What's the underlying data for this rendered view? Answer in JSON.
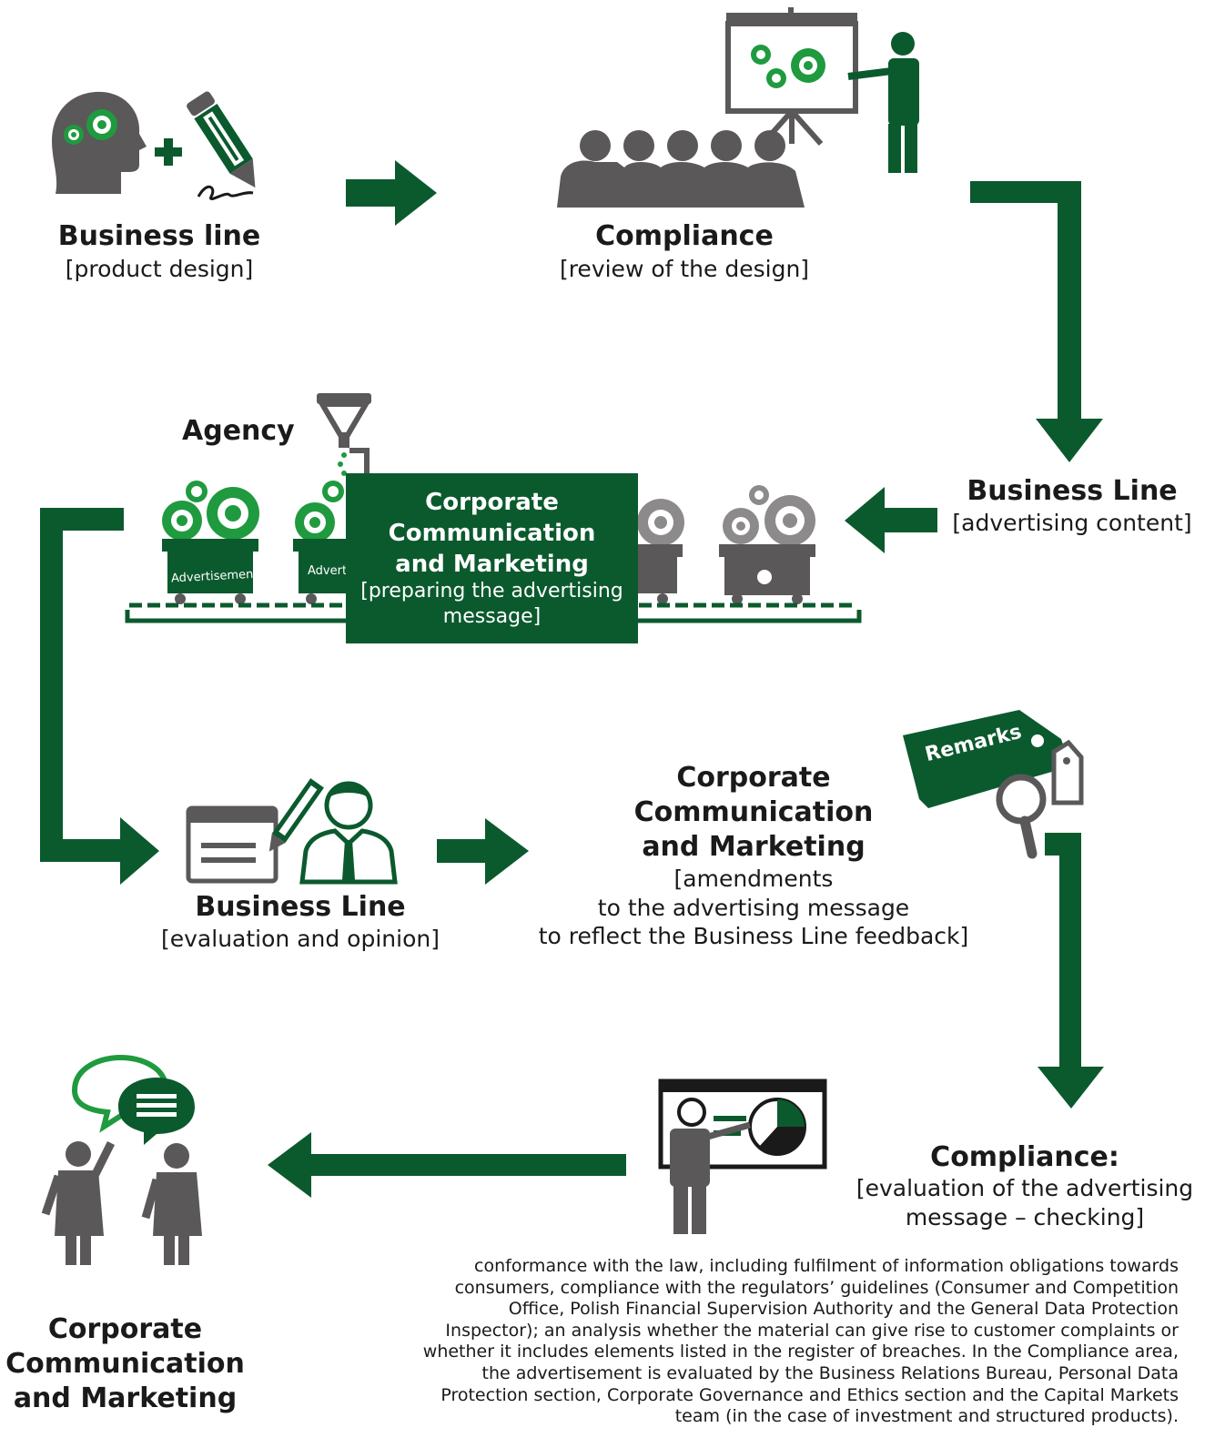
{
  "steps": {
    "s1": {
      "title": "Business line",
      "sub": "[product design]"
    },
    "s2": {
      "title": "Compliance",
      "sub": "[review of the design]"
    },
    "s3": {
      "title": "Business Line",
      "sub": "[advertising content]"
    },
    "s4": {
      "label": "Agency",
      "title_lines": [
        "Corporate",
        "Communication",
        "and Marketing"
      ],
      "sub_lines": [
        "[preparing the advertising",
        "message]"
      ],
      "cart_labels": [
        "Advertisement",
        "Adverti"
      ]
    },
    "s5": {
      "title": "Business Line",
      "sub": "[evaluation and opinion]"
    },
    "s6": {
      "title_lines": [
        "Corporate",
        "Communication",
        "and Marketing"
      ],
      "sub_lines": [
        "[amendments",
        "to the advertising message",
        "to reflect the Business Line feedback]"
      ],
      "tag_label": "Remarks"
    },
    "s7": {
      "title": "Compliance:",
      "sub_lines": [
        "[evaluation of the advertising",
        "message – checking]"
      ]
    },
    "s8": {
      "title_lines": [
        "Corporate",
        "Communication",
        "and Marketing"
      ]
    }
  },
  "note_lines": [
    "conformance with the law,  including fulfilment of information obligations towards",
    "consumers, compliance with the regulators’ guidelines (Consumer and Competition",
    "Office, Polish Financial Supervision Authority and the General Data Protection",
    "Inspector); an analysis whether the material can give rise to customer complaints or",
    "whether it includes elements listed in the register of breaches. In the Compliance area,",
    "the advertisement is evaluated by the Business Relations Bureau, Personal Data",
    "Protection section, Corporate Governance and Ethics section and the Capital Markets",
    "team (in the case of investment and structured products)."
  ],
  "colors": {
    "green": "#0b5a2e",
    "bright_green": "#1f9a3f",
    "grey": "#5a5859",
    "dark": "#1a1a1a"
  }
}
